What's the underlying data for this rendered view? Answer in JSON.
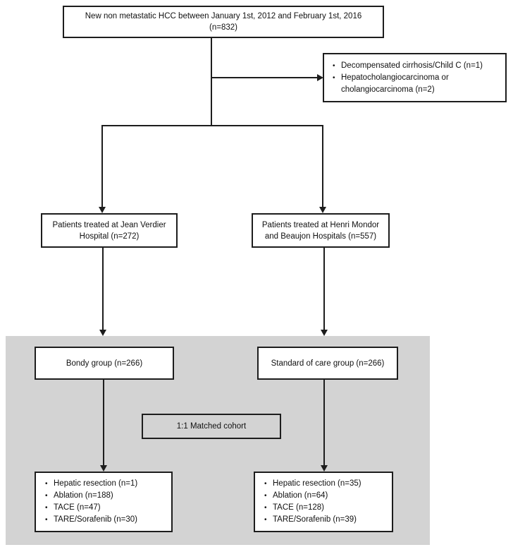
{
  "colors": {
    "background": "#ffffff",
    "matched_cohort_region_bg": "#d3d3d3",
    "box_border": "#1d1d1d",
    "text": "#111111"
  },
  "top_box": {
    "line1": "New non metastatic HCC between January 1st, 2012 and February 1st, 2016",
    "line2": "(n=832)"
  },
  "exclusion_box": {
    "items": [
      "Decompensated cirrhosis/Child C (n=1)",
      "Hepatocholangiocarcinoma or cholangiocarcinoma (n=2)"
    ]
  },
  "left_hospital_box": {
    "line1": "Patients treated at Jean Verdier",
    "line2": "Hospital (n=272)"
  },
  "right_hospital_box": {
    "line1": "Patients treated at Henri Mondor",
    "line2": "and Beaujon Hospitals (n=557)"
  },
  "bondy_box": {
    "label": "Bondy group (n=266)"
  },
  "standard_of_care_box": {
    "label": "Standard of care group (n=266)"
  },
  "matched_box": {
    "label": "1:1 Matched cohort"
  },
  "left_treatment_box": {
    "items": [
      "Hepatic resection (n=1)",
      "Ablation (n=188)",
      "TACE (n=47)",
      "TARE/Sorafenib (n=30)"
    ]
  },
  "right_treatment_box": {
    "items": [
      "Hepatic resection (n=35)",
      "Ablation (n=64)",
      "TACE (n=128)",
      "TARE/Sorafenib (n=39)"
    ]
  }
}
